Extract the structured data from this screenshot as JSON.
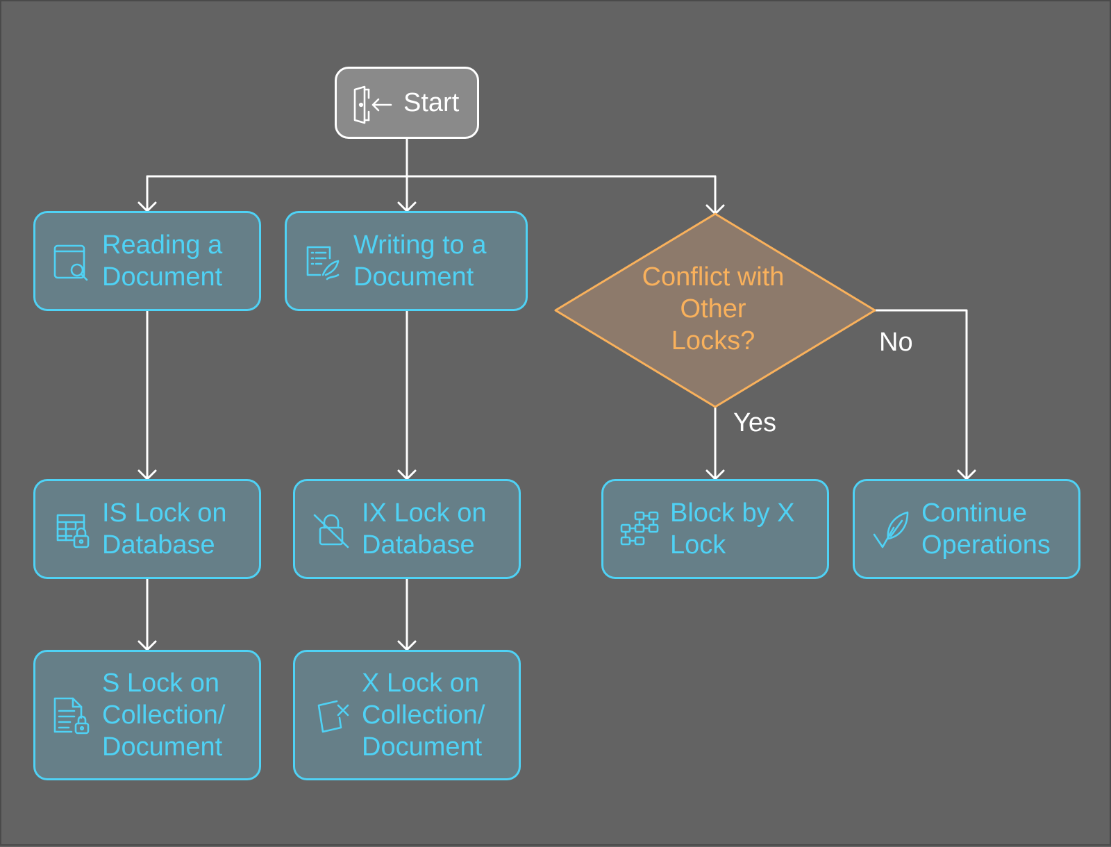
{
  "start": {
    "label": "Start",
    "icon": "door-enter-icon"
  },
  "nodes": {
    "reading": {
      "lines": [
        "Reading a",
        "Document"
      ],
      "icon": "document-search-icon"
    },
    "writing": {
      "lines": [
        "Writing to a",
        "Document"
      ],
      "icon": "document-edit-icon"
    },
    "is_lock": {
      "lines": [
        "IS Lock on",
        "Database"
      ],
      "icon": "table-lock-icon"
    },
    "ix_lock": {
      "lines": [
        "IX Lock on",
        "Database"
      ],
      "icon": "lock-off-icon"
    },
    "s_lock": {
      "lines": [
        "S Lock on",
        "Collection/",
        "Document"
      ],
      "icon": "file-lock-icon"
    },
    "x_lock": {
      "lines": [
        "X Lock on",
        "Collection/",
        "Document"
      ],
      "icon": "square-x-icon"
    },
    "block": {
      "lines": [
        "Block by X",
        "Lock"
      ],
      "icon": "blocks-icon"
    },
    "continue": {
      "lines": [
        "Continue",
        "Operations"
      ],
      "icon": "leaf-check-icon"
    }
  },
  "decision": {
    "lines": [
      "Conflict with",
      "Other",
      "Locks?"
    ]
  },
  "edge_labels": {
    "yes": "Yes",
    "no": "No"
  },
  "colors": {
    "background": "#636363",
    "node_border": "#4fd2f5",
    "node_fill": "#667f88",
    "decision_border": "#f9b15c",
    "decision_fill": "#8d7a6b",
    "start_fill": "#8a8a8a",
    "edge": "#ffffff"
  }
}
